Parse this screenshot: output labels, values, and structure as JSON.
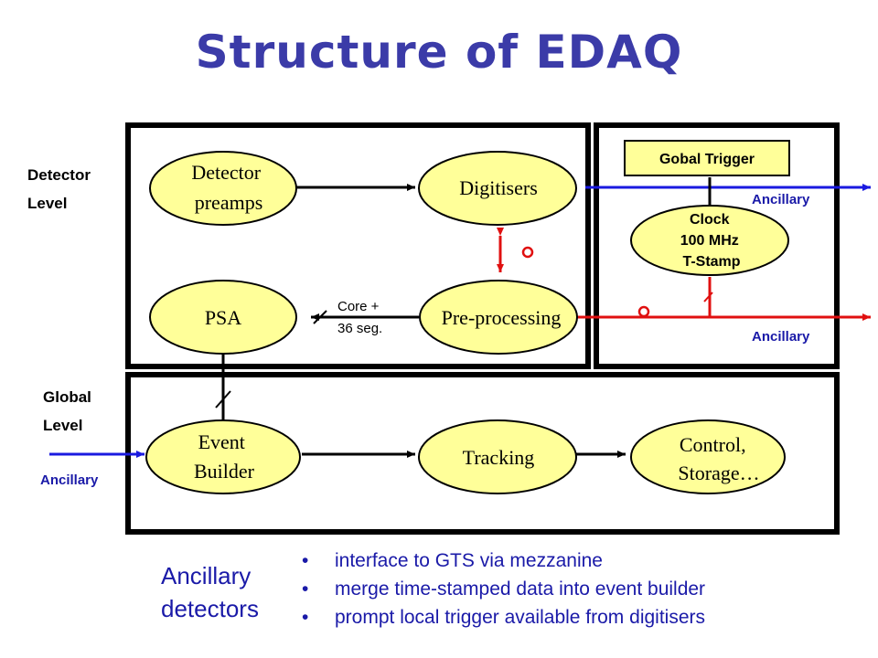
{
  "title": "Structure of EDAQ",
  "labels": {
    "detector_level": [
      "Detector",
      "Level"
    ],
    "global_level": [
      "Global",
      "Level"
    ],
    "ancillary": "Ancillary",
    "core_seg": [
      "Core +",
      "36 seg."
    ]
  },
  "nodes": {
    "detector_preamps": [
      "Detector",
      "preamps"
    ],
    "digitisers": "Digitisers",
    "psa": "PSA",
    "preprocessing": "Pre-processing",
    "global_trigger": "Gobal Trigger",
    "clock": [
      "Clock",
      "100 MHz",
      "T-Stamp"
    ],
    "event_builder": [
      "Event",
      "Builder"
    ],
    "tracking": "Tracking",
    "control_storage": [
      "Control,",
      "Storage…"
    ]
  },
  "ancillary_detectors": [
    "Ancillary",
    "detectors"
  ],
  "bullets": [
    "interface to GTS via mezzanine",
    "merge time-stamped data into event builder",
    "prompt local trigger available from digitisers"
  ],
  "colors": {
    "title": "#3b3ba8",
    "node_fill": "#ffff99",
    "blue_line": "#1a1ae0",
    "red_line": "#e01010",
    "text_blue": "#1a1aa8"
  }
}
